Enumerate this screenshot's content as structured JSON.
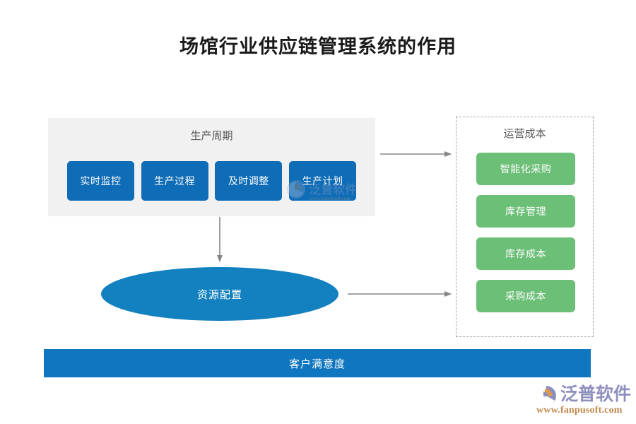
{
  "title": "场馆行业供应链管理系统的作用",
  "left_panel": {
    "heading": "生产周期",
    "chips": [
      {
        "label": "实时监控"
      },
      {
        "label": "生产过程"
      },
      {
        "label": "及时调整"
      },
      {
        "label": "生产计划"
      }
    ],
    "fill_color": "#f1f1f1",
    "chip_color": "#0f6cb6"
  },
  "right_panel": {
    "heading": "运营成本",
    "chips": [
      {
        "label": "智能化采购"
      },
      {
        "label": "库存管理"
      },
      {
        "label": "库存成本"
      },
      {
        "label": "采购成本"
      }
    ],
    "border_color": "#a6a6a6",
    "chip_color": "#6cbf77"
  },
  "ellipse": {
    "label": "资源配置",
    "fill_color": "#1381bf"
  },
  "bottom_bar": {
    "label": "客户满意度",
    "fill_color": "#0f76bf"
  },
  "arrows": [
    {
      "name": "arrow-left-panel-to-right-panel",
      "direction": "right"
    },
    {
      "name": "arrow-left-panel-to-ellipse",
      "direction": "down"
    },
    {
      "name": "arrow-ellipse-to-right-panel",
      "direction": "right"
    }
  ],
  "logo": {
    "brand": "泛普软件",
    "url": "www.fanpusoft.com",
    "brand_color": "#8d8fbe",
    "url_color": "#c2884c"
  },
  "watermark": {
    "brand": "泛普软件"
  }
}
